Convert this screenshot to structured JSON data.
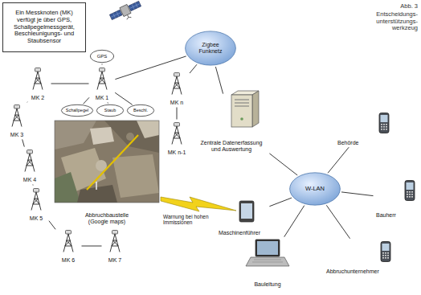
{
  "diagram": {
    "title": "Abb. 3",
    "caption": "Entscheidungs- unterstützungs- werkzeug",
    "nodes": [
      {
        "text": [
          "Ein Messknoten (MK) verfügt je über GPS, Schallpegelmessgerät, Beschleunigungs- und Staubsensor"
        ]
      },
      {
        "text": [
          "GPS"
        ]
      },
      {
        "text": [
          "MK 1"
        ]
      },
      {
        "text": [
          "MK 2"
        ]
      },
      {
        "text": [
          "MK 3"
        ]
      },
      {
        "text": [
          "MK 4"
        ]
      },
      {
        "text": [
          "MK 5"
        ]
      },
      {
        "text": [
          "MK 6"
        ]
      },
      {
        "text": [
          "MK 7"
        ]
      },
      {
        "text": [
          "MK n"
        ]
      },
      {
        "text": [
          "MK n-1"
        ]
      },
      {
        "text": [
          "Schallpegel"
        ]
      },
      {
        "text": [
          "Staub"
        ]
      },
      {
        "text": [
          "Beschl."
        ]
      },
      {
        "text": [
          "Abbruchbaustelle (Google maps)"
        ]
      },
      {
        "text": [
          "Zigbee Funknetz"
        ]
      },
      {
        "text": [
          "Zentrale Datenerfassung und Auswertung"
        ]
      },
      {
        "text": [
          "W-LAN"
        ]
      },
      {
        "text": [
          "Behörde"
        ]
      },
      {
        "text": [
          "Bauherr"
        ]
      },
      {
        "text": [
          "Maschinenführer"
        ]
      },
      {
        "text": [
          "Bauleitung"
        ]
      },
      {
        "text": [
          "Abbruchunternehmer"
        ]
      }
    ],
    "edges": [
      {
        "from": 2,
        "to": 1,
        "arrow": "none"
      },
      {
        "from": 2,
        "to": 3,
        "arrow": "none"
      },
      {
        "from": 3,
        "to": 4,
        "arrow": "none"
      },
      {
        "from": 4,
        "to": 5,
        "arrow": "none"
      },
      {
        "from": 5,
        "to": 6,
        "arrow": "none"
      },
      {
        "from": 6,
        "to": 7,
        "arrow": "none"
      },
      {
        "from": 7,
        "to": 8,
        "arrow": "none"
      },
      {
        "from": 2,
        "to": 11,
        "arrow": "none"
      },
      {
        "from": 2,
        "to": 12,
        "arrow": "none"
      },
      {
        "from": 2,
        "to": 13,
        "arrow": "none"
      },
      {
        "from": 9,
        "to": 10,
        "arrow": "none"
      },
      {
        "from": 2,
        "to": 15,
        "arrow": "none"
      },
      {
        "from": 9,
        "to": 15,
        "arrow": "none"
      },
      {
        "from": 15,
        "to": 16,
        "arrow": "none"
      },
      {
        "from": 16,
        "to": 17,
        "arrow": "none"
      },
      {
        "from": 17,
        "to": 18,
        "arrow": "none"
      },
      {
        "from": 17,
        "to": 19,
        "arrow": "none"
      },
      {
        "from": 17,
        "to": 20,
        "arrow": "none"
      },
      {
        "from": 17,
        "to": 21,
        "arrow": "none"
      },
      {
        "from": 17,
        "to": 22,
        "arrow": "none"
      }
    ],
    "labels": [
      "Warnung bei hohen Immissionen"
    ]
  }
}
